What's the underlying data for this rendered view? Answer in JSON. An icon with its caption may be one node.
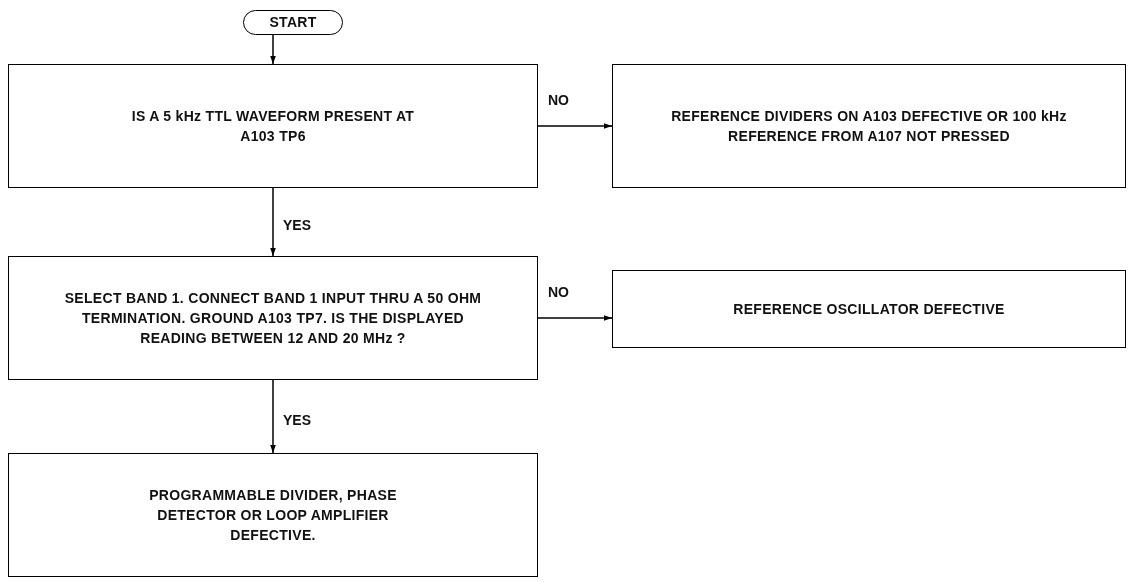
{
  "diagram": {
    "nodes": [
      {
        "text": [
          "START"
        ]
      },
      {
        "text": [
          "IS A 5 kHz TTL WAVEFORM PRESENT AT A103 TP6"
        ]
      },
      {
        "text": [
          "REFERENCE DIVIDERS ON A103 DEFECTIVE OR 100 kHz REFERENCE FROM A107 NOT PRESSED"
        ]
      },
      {
        "text": [
          "SELECT BAND 1. CONNECT BAND 1 INPUT THRU A 50 OHM TERMINATION. GROUND A103 TP7. IS THE DISPLAYED READING BETWEEN 12 AND 20 MHz ?"
        ]
      },
      {
        "text": [
          "REFERENCE OSCILLATOR DEFECTIVE"
        ]
      },
      {
        "text": [
          "PROGRAMMABLE DIVIDER, PHASE DETECTOR OR LOOP AMPLIFIER DEFECTIVE."
        ]
      }
    ],
    "edges": [
      {
        "from": 0,
        "to": 1,
        "arrow": "to"
      },
      {
        "from": 1,
        "to": 2,
        "label": "NO",
        "arrow": "to"
      },
      {
        "from": 1,
        "to": 3,
        "label": "YES",
        "arrow": "to"
      },
      {
        "from": 3,
        "to": 4,
        "label": "NO",
        "arrow": "to"
      },
      {
        "from": 3,
        "to": 5,
        "label": "YES",
        "arrow": "to"
      }
    ]
  }
}
